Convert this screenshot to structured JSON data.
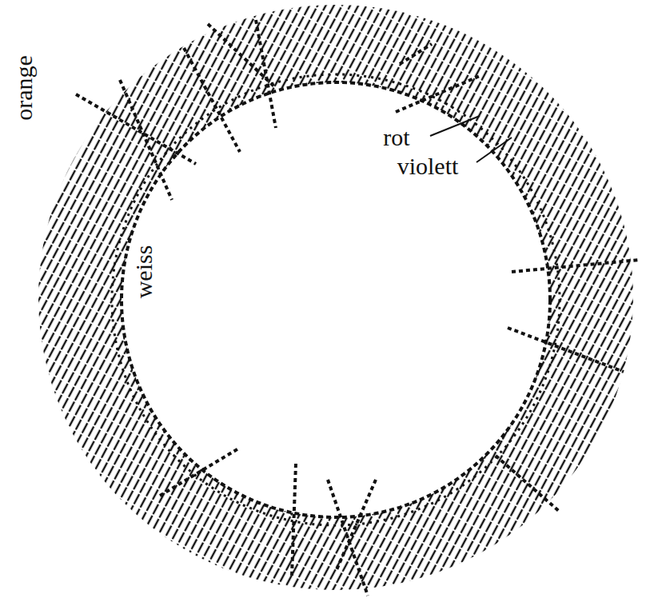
{
  "diagram": {
    "labels": [
      "rot",
      "violett",
      "weiss",
      "orange"
    ]
  }
}
